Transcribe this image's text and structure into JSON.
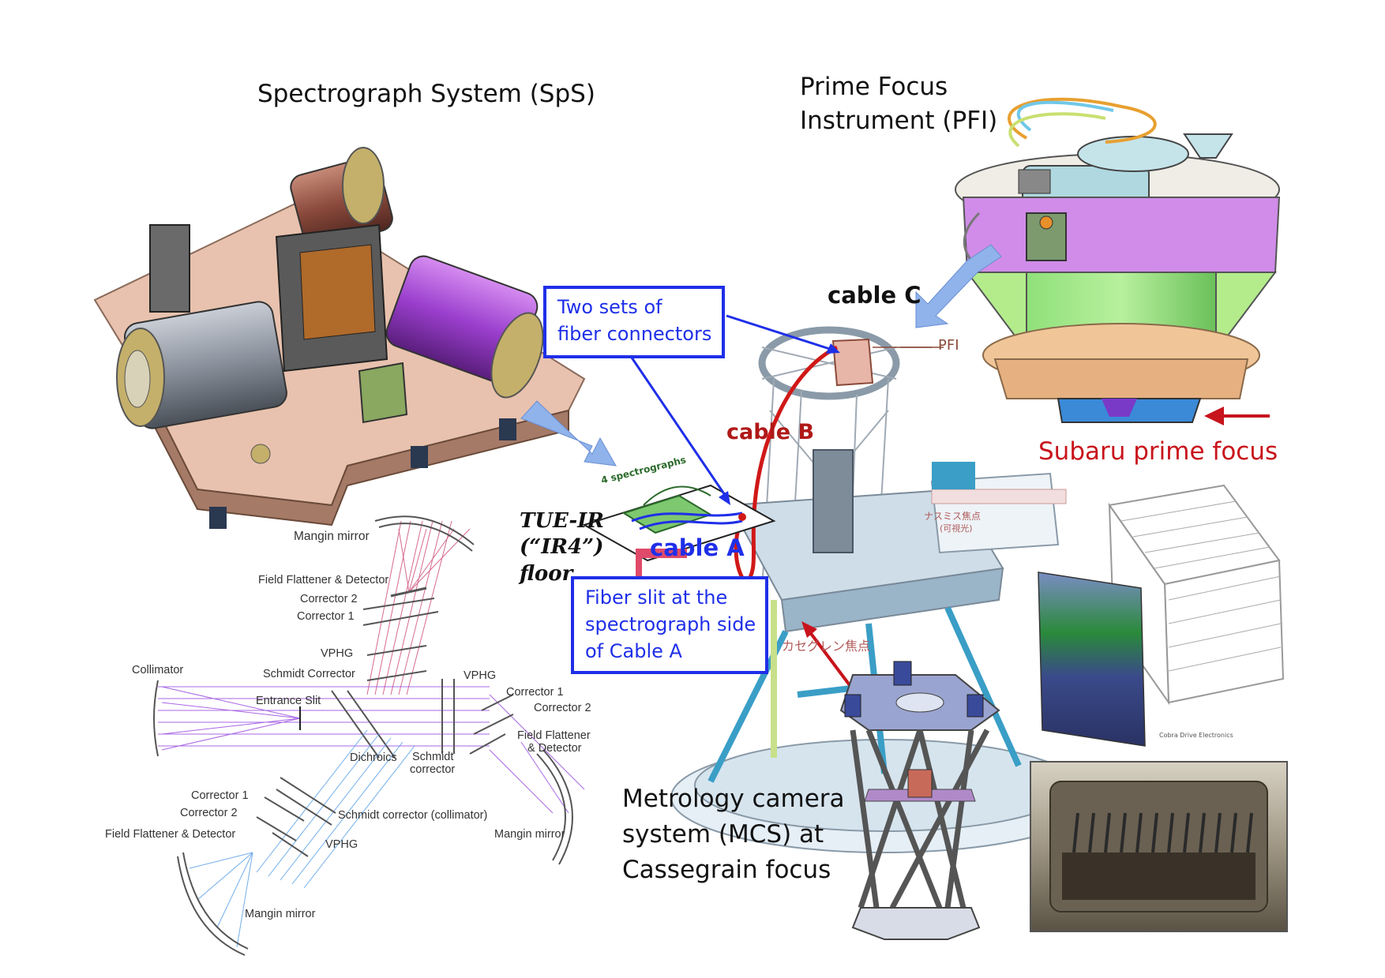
{
  "colors": {
    "callout_blue": "#1f2fe8",
    "cable_red": "#d01818",
    "subaru_red": "#c8141c",
    "red_beam": "#d0507a",
    "violet_beam": "#9a4de0",
    "blue_beam": "#5aa0e8",
    "arrow_fill": "#8fb3ea"
  },
  "titles": {
    "sps": "Spectrograph System (SpS)",
    "pfi_line1": "Prime Focus",
    "pfi_line2": "Instrument (PFI)",
    "mcs_line1": "Metrology camera",
    "mcs_line2": "system (MCS) at",
    "mcs_line3": "Cassegrain focus",
    "subaru": "Subaru prime focus"
  },
  "cables": {
    "a": "cable A",
    "b": "cable B",
    "c": "cable C"
  },
  "callouts": {
    "connectors_line1": "Two sets of",
    "connectors_line2": "fiber connectors",
    "slit_line1": "Fiber slit at the",
    "slit_line2": "spectrograph side",
    "slit_line3": "of Cable A"
  },
  "floor": {
    "line1": "TUE-IR",
    "line2": "(“IR4”)",
    "line3": "floor",
    "spectrographs": "4 spectrographs"
  },
  "telescope": {
    "pfi": "PFI",
    "nasmyth_line1": "ナスミス焦点",
    "nasmyth_line2": "(可視光)",
    "cassegrain": "カセグレン焦点"
  },
  "optics": {
    "mangin_top": "Mangin mirror",
    "flattener_top": "Field Flattener & Detector",
    "corrector2_top": "Corrector 2",
    "corrector1_top": "Corrector 1",
    "vphg_top": "VPHG",
    "schmidt_top": "Schmidt Corrector",
    "collimator": "Collimator",
    "entrance_slit": "Entrance Slit",
    "vphg_right": "VPHG",
    "corrector1_right": "Corrector 1",
    "corrector2_right": "Corrector 2",
    "flattener_right_1": "Field Flattener",
    "flattener_right_2": "& Detector",
    "dichroics": "Dichroics",
    "schmidt_mid_1": "Schmidt",
    "schmidt_mid_2": "corrector",
    "corrector1_bottom": "Corrector 1",
    "corrector2_bottom": "Corrector 2",
    "schmidt_collimator": "Schmidt corrector (collimator)",
    "flattener_bottom": "Field Flattener & Detector",
    "vphg_bottom": "VPHG",
    "mangin_right": "Mangin mirror",
    "mangin_bottom": "Mangin mirror"
  },
  "module_label": "Cobra Drive Electronics"
}
